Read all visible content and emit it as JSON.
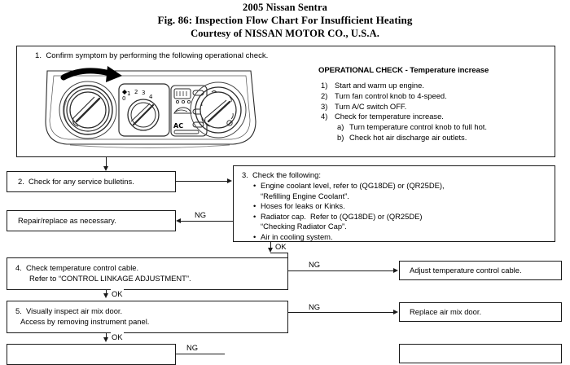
{
  "titles": {
    "line1": "2005 Nissan Sentra",
    "line2": "Fig. 86: Inspection Flow Chart For Insufficient Heating",
    "line3": "Courtesy of NISSAN MOTOR CO., U.S.A."
  },
  "step1": {
    "label": "1.  Confirm symptom by performing the following operational check."
  },
  "operational_check": {
    "title": "OPERATIONAL CHECK - Temperature increase",
    "items": [
      {
        "num": "1)",
        "text": "Start and warm up engine."
      },
      {
        "num": "2)",
        "text": "Turn fan control knob to 4-speed."
      },
      {
        "num": "3)",
        "text": "Turn A/C switch OFF."
      },
      {
        "num": "4)",
        "text": "Check for temperature increase."
      }
    ],
    "subitems": [
      {
        "num": "a)",
        "text": "Turn temperature control knob to full hot."
      },
      {
        "num": "b)",
        "text": "Check hot air discharge air outlets."
      }
    ]
  },
  "illustration": {
    "name": "hvac-control-panel",
    "fan_knob_marks": [
      "0",
      "1",
      "2",
      "3",
      "4"
    ],
    "ac_button_label": "AC"
  },
  "boxes": {
    "box2": "2.  Check for any service bulletins.",
    "repair": "Repair/replace as necessary.",
    "box3_head": "3.  Check the following:",
    "box3_bullets": [
      {
        "text": "Engine coolant level, refer to (QG18DE) or (QR25DE),",
        "cont": "“Refilling Engine Coolant”."
      },
      {
        "text": "Hoses for leaks or Kinks.",
        "cont": ""
      },
      {
        "text": "Radiator cap.  Refer to (QG18DE) or (QR25DE)",
        "cont": "“Checking Radiator Cap”."
      },
      {
        "text": "Air in cooling system.",
        "cont": ""
      }
    ],
    "box4_line1": "4.  Check temperature control cable.",
    "box4_line2": "Refer to “CONTROL LINKAGE ADJUSTMENT”.",
    "box5_line1": "5.  Visually inspect air mix door.",
    "box5_line2": "Access by removing instrument panel.",
    "adjust": "Adjust temperature control cable.",
    "replace": "Replace air mix door."
  },
  "edge_labels": {
    "ng": "NG",
    "ok": "OK"
  }
}
